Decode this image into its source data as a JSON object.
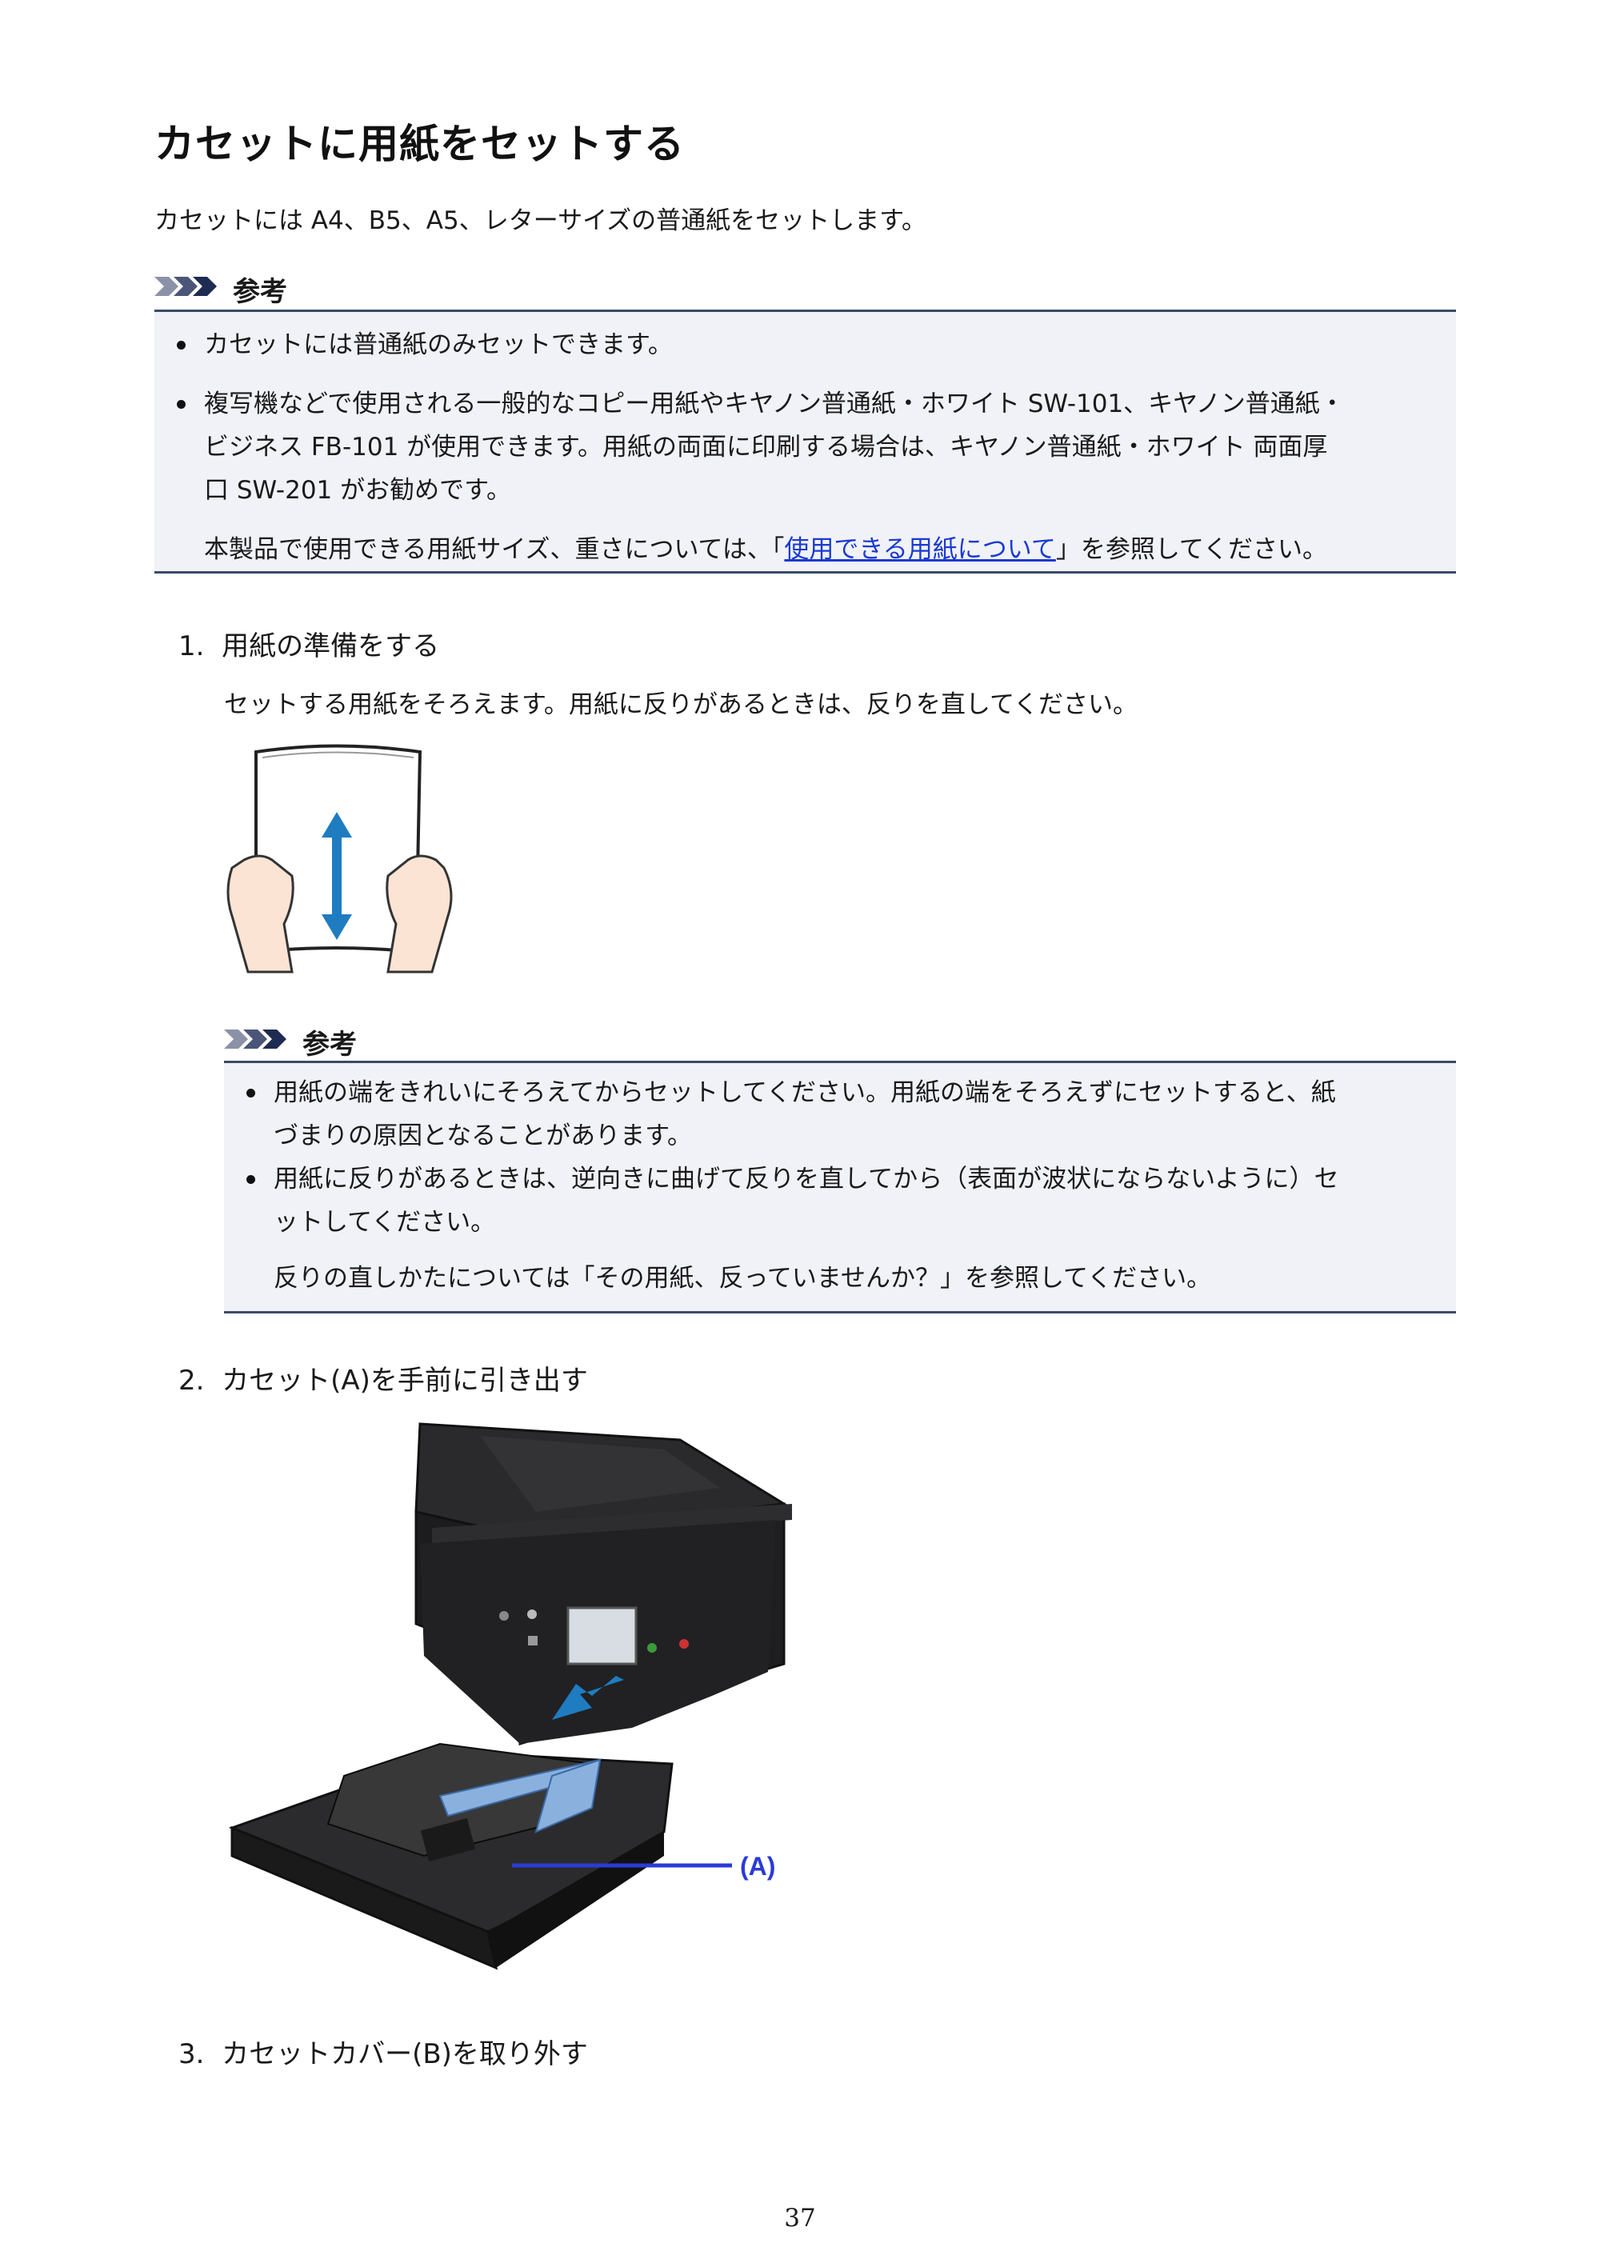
{
  "page": {
    "title": "カセットに用紙をセットする",
    "intro": "カセットには A4、B5、A5、レターサイズの普通紙をセットします。",
    "page_number": "37"
  },
  "note1": {
    "heading": "参考",
    "items": [
      "カセットには普通紙のみセットできます。",
      "複写機などで使用される一般的なコピー用紙やキヤノン普通紙・ホワイト SW-101、キヤノン普通紙・",
      "ビジネス FB-101 が使用できます。用紙の両面に印刷する場合は、キヤノン普通紙・ホワイト 両面厚",
      "口 SW-201 がお勧めです。"
    ],
    "ref_prefix": "本製品で使用できる用紙サイズ、重さについては、「",
    "ref_link": "使用できる用紙について",
    "ref_suffix": "」を参照してください。"
  },
  "steps": [
    {
      "number": "1.",
      "title": "用紙の準備をする",
      "body": "セットする用紙をそろえます。用紙に反りがあるときは、反りを直してください。"
    },
    {
      "number": "2.",
      "title": "カセット(A)を手前に引き出す",
      "callout": "(A)"
    },
    {
      "number": "3.",
      "title": "カセットカバー(B)を取り外す"
    }
  ],
  "note2": {
    "heading": "参考",
    "items": [
      "用紙の端をきれいにそろえてからセットしてください。用紙の端をそろえずにセットすると、紙",
      "づまりの原因となることがあります。",
      "用紙に反りがあるときは、逆向きに曲げて反りを直してから（表面が波状にならないように）セ",
      "ットしてください。"
    ],
    "ref": "反りの直しかたについては「その用紙、反っていませんか？」を参照してください。"
  },
  "colors": {
    "note_rule": "#3b4a66",
    "note_bg": "#f1f2f7",
    "link": "#1a3ad1",
    "arrow_blue": "#1f7cc0",
    "callout_blue": "#2a3bd6"
  }
}
